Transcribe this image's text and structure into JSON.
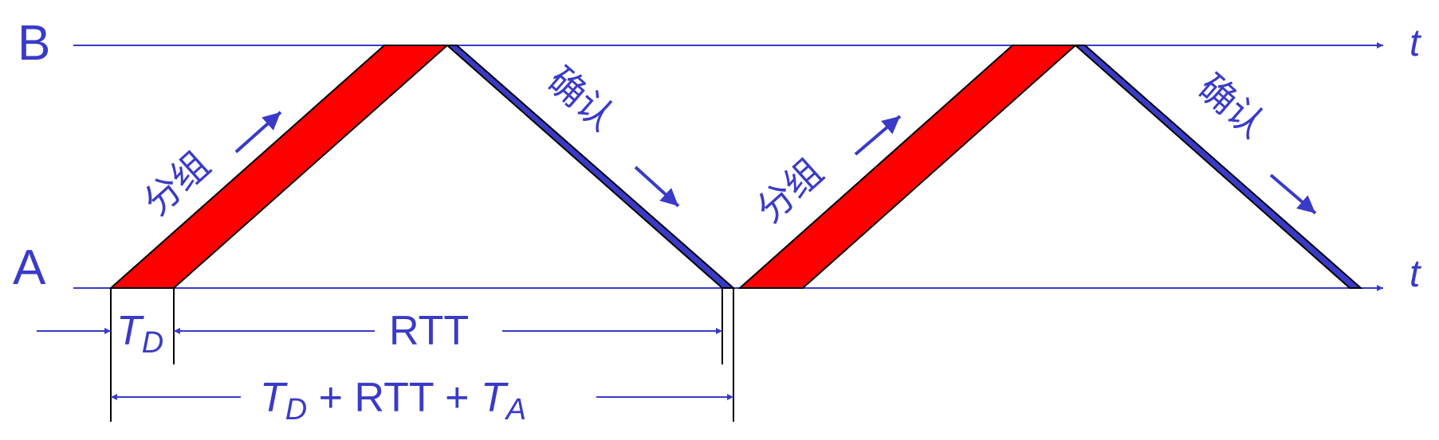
{
  "colors": {
    "line": "#3a3ac8",
    "packet": "#ff0000",
    "ack": "#3a3ac8",
    "outline": "#000000"
  },
  "nodes": {
    "b": "B",
    "a": "A"
  },
  "axis_label": "t",
  "packet_label": "分组",
  "ack_label": "确认",
  "td": {
    "main": "T",
    "sub": "D"
  },
  "rtt": "RTT",
  "total": {
    "t1": "T",
    "s1": "D",
    "mid": " + RTT + ",
    "t2": "T",
    "s2": "A"
  }
}
